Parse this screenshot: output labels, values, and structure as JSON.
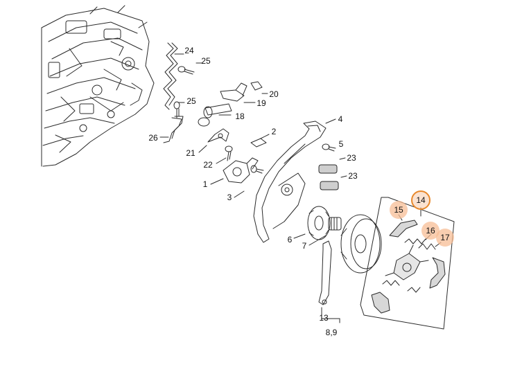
{
  "diagram": {
    "labels": {
      "p1": "1",
      "p2": "2",
      "p3": "3",
      "p4": "4",
      "p5": "5",
      "p6": "6",
      "p7": "7",
      "p13": "13",
      "p89": "8,9",
      "p14": "14",
      "p15": "15",
      "p16": "16",
      "p17": "17",
      "p18": "18",
      "p19": "19",
      "p20": "20",
      "p21": "21",
      "p22": "22",
      "p23a": "23",
      "p23b": "23",
      "p24": "24",
      "p25a": "25",
      "p25b": "25",
      "p26": "26"
    },
    "highlighted_parts": [
      "14",
      "15",
      "16",
      "17"
    ],
    "colors": {
      "line": "#2a2a2a",
      "highlight_fill": "#f7be96",
      "highlight_ring": "#e8892c"
    }
  }
}
